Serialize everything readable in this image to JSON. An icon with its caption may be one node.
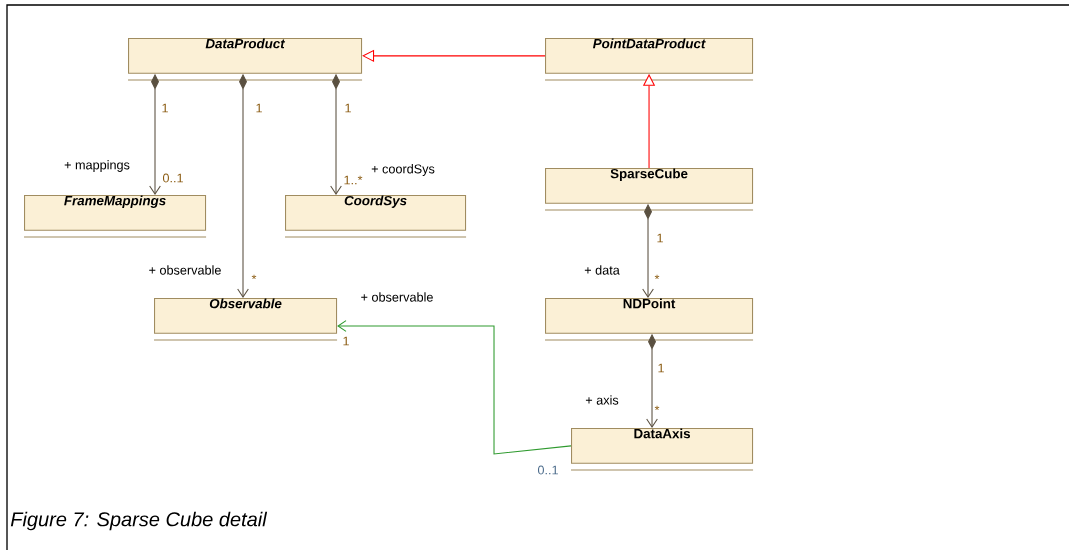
{
  "diagram": {
    "caption": "Figure 7: Sparse Cube detail",
    "nodes": [
      {
        "text": [
          "DataProduct"
        ]
      },
      {
        "text": [
          "PointDataProduct"
        ]
      },
      {
        "text": [
          "FrameMappings"
        ]
      },
      {
        "text": [
          "CoordSys"
        ]
      },
      {
        "text": [
          "SparseCube"
        ]
      },
      {
        "text": [
          "Observable"
        ]
      },
      {
        "text": [
          "NDPoint"
        ]
      },
      {
        "text": [
          "DataAxis"
        ]
      }
    ],
    "edges": [
      {
        "from": 1,
        "to": 0,
        "arrow": "to",
        "color": "#ff0000"
      },
      {
        "from": 4,
        "to": 1,
        "arrow": "to",
        "color": "#ff0000"
      },
      {
        "from": 0,
        "to": 2,
        "arrow": "to",
        "label": "+ mappings"
      },
      {
        "from": 0,
        "to": 5,
        "arrow": "to",
        "label": "+ observable"
      },
      {
        "from": 0,
        "to": 3,
        "arrow": "to",
        "label": "+ coordSys"
      },
      {
        "from": 4,
        "to": 6,
        "arrow": "to",
        "label": "+ data"
      },
      {
        "from": 6,
        "to": 7,
        "arrow": "to",
        "label": "+ axis"
      },
      {
        "from": 7,
        "to": 5,
        "arrow": "to",
        "label": "+ observable",
        "color": "#2e9a2e"
      }
    ],
    "labels": [
      "1",
      "1",
      "1",
      "0..1",
      "1..*",
      "1",
      "*",
      "*",
      "1",
      "1",
      "*",
      "0..1"
    ]
  }
}
